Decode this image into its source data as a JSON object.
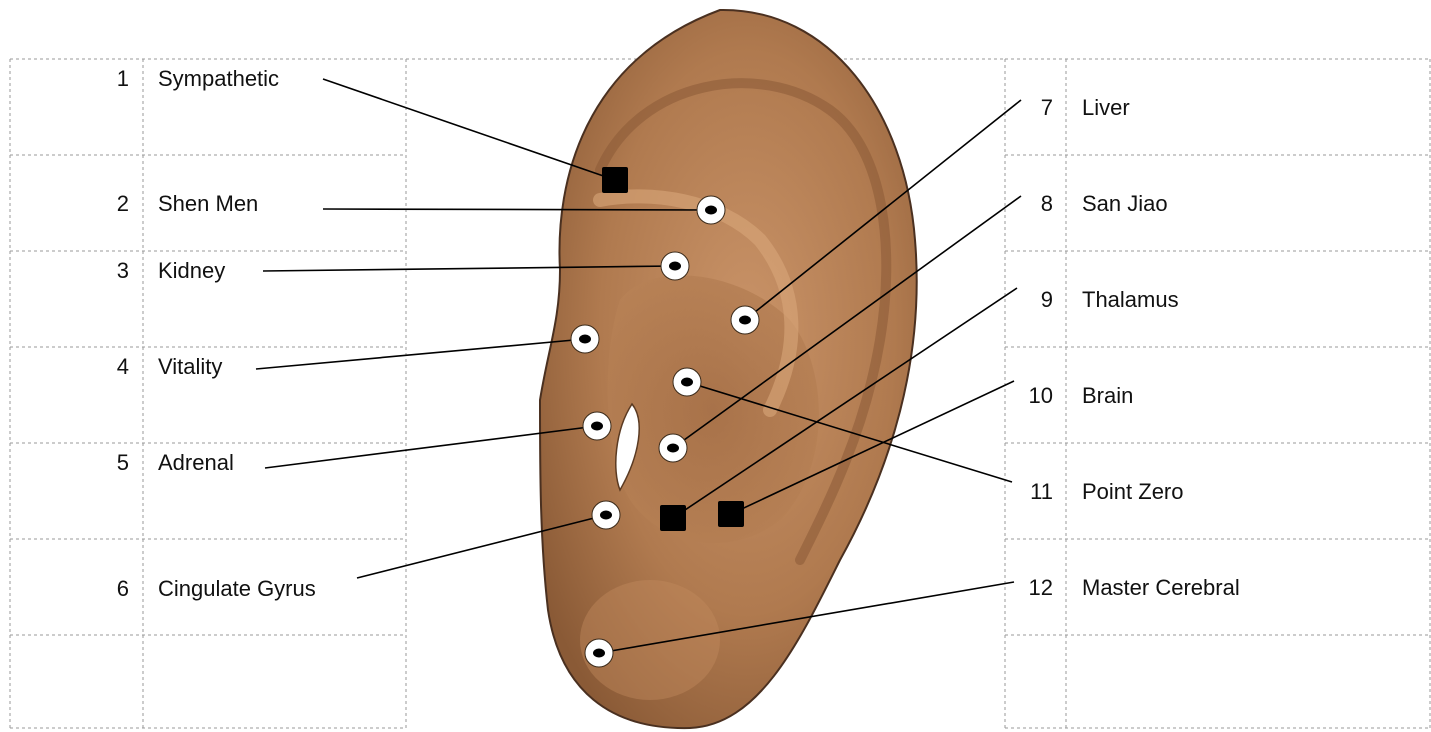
{
  "left_points": [
    {
      "number": "1",
      "label": "Sympathetic",
      "marker": "square"
    },
    {
      "number": "2",
      "label": "Shen Men",
      "marker": "dot"
    },
    {
      "number": "3",
      "label": "Kidney",
      "marker": "dot"
    },
    {
      "number": "4",
      "label": "Vitality",
      "marker": "dot"
    },
    {
      "number": "5",
      "label": "Adrenal",
      "marker": "dot"
    },
    {
      "number": "6",
      "label": "Cingulate Gyrus",
      "marker": "dot"
    }
  ],
  "right_points": [
    {
      "number": "7",
      "label": "Liver",
      "marker": "dot"
    },
    {
      "number": "8",
      "label": "San Jiao",
      "marker": "dot"
    },
    {
      "number": "9",
      "label": "Thalamus",
      "marker": "square"
    },
    {
      "number": "10",
      "label": "Brain",
      "marker": "square"
    },
    {
      "number": "11",
      "label": "Point Zero",
      "marker": "dot"
    },
    {
      "number": "12",
      "label": "Master Cerebral",
      "marker": "dot"
    }
  ],
  "colors": {
    "skin": "#b07a4f",
    "skin_dark": "#8a5a36",
    "skin_light": "#c99368",
    "outline": "#4a3020",
    "grid": "#9a9a9a",
    "marker": "#000000"
  },
  "icons": {
    "dot_marker": "ring-dot-icon",
    "square_marker": "square-icon"
  }
}
